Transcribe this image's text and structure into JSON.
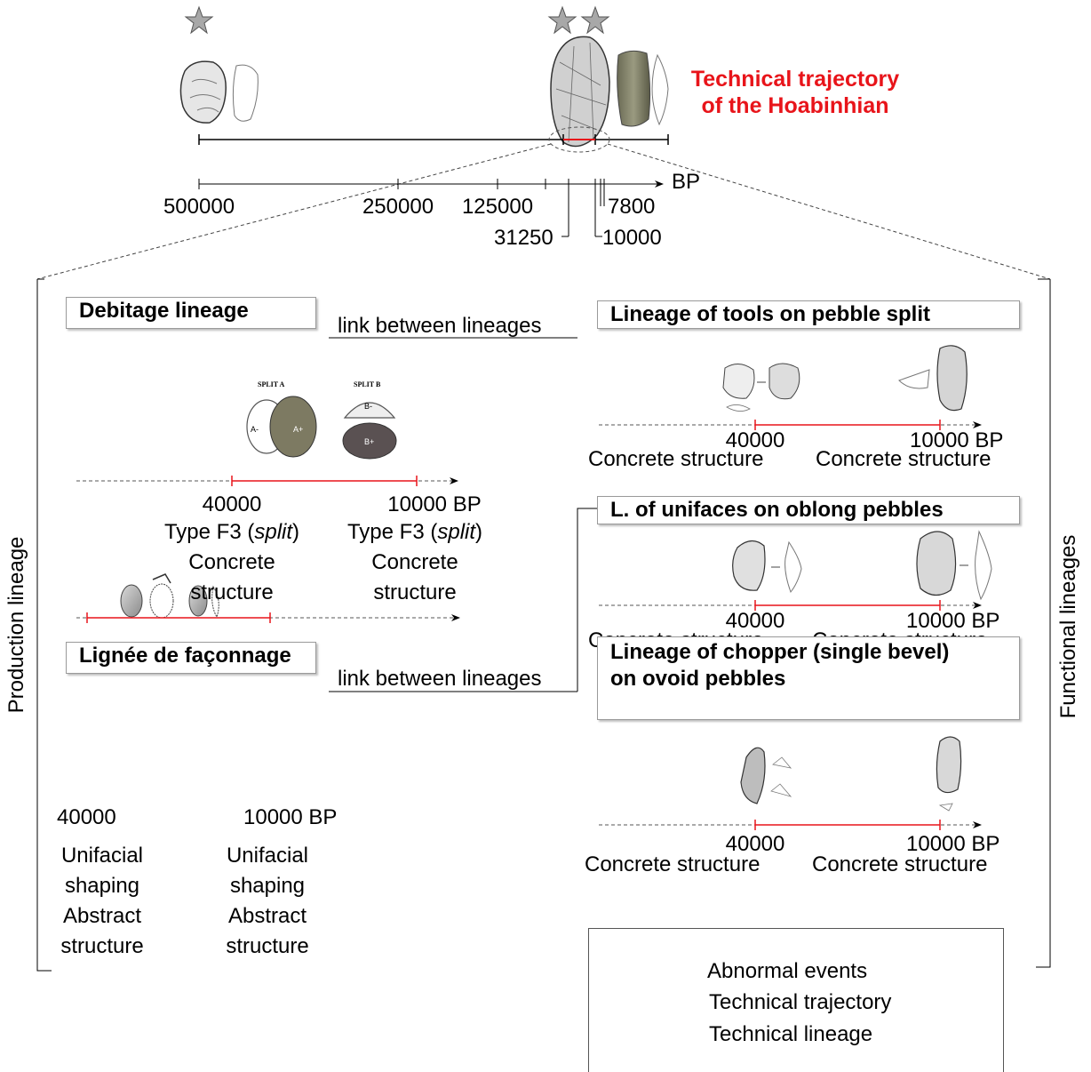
{
  "header": {
    "title_line1": "Technical trajectory",
    "title_line2": "of the Hoabinhian",
    "title_color": "#e8141a"
  },
  "timescale": {
    "unit": "BP",
    "ticks": [
      "500000",
      "250000",
      "125000",
      "31250",
      "7800",
      "10000"
    ]
  },
  "side_labels": {
    "left": "Production lineage",
    "right": "Functional lineages"
  },
  "left_panel": {
    "debitage": {
      "title": "Debitage lineage",
      "link": "link between lineages",
      "split_a": "SPLIT A",
      "split_b": "SPLIT B",
      "start": "40000",
      "end": "10000 BP",
      "start_type_prefix": "Type F3 (",
      "start_type_em": "split",
      "start_type_suffix": ")",
      "end_type_prefix": "Type F3 (",
      "end_type_em": "split",
      "end_type_suffix": ")",
      "start_desc1": "Concrete",
      "start_desc2": "structure",
      "end_desc1": "Concrete",
      "end_desc2": "structure"
    },
    "faconnage": {
      "title": "Lignée de façonnage",
      "link": "link between lineages",
      "start": "40000",
      "end": "10000 BP",
      "start_desc": [
        "Unifacial",
        "shaping",
        "Abstract",
        "structure"
      ],
      "end_desc": [
        "Unifacial",
        "shaping",
        "Abstract",
        "structure"
      ]
    }
  },
  "right_panel": {
    "pebble_split": {
      "title": "Lineage of tools on pebble split",
      "start": "40000",
      "end": "10000 BP",
      "start_desc": "Concrete structure",
      "end_desc": "Concrete structure"
    },
    "unifaces": {
      "title": "L. of unifaces on oblong pebbles",
      "start": "40000",
      "end": "10000 BP",
      "start_desc": "Concrete structure",
      "end_desc": "Concrete structure"
    },
    "chopper": {
      "title_line1": "Lineage of chopper (single bevel)",
      "title_line2": "on ovoid pebbles",
      "start": "40000",
      "end": "10000 BP",
      "start_desc": "Concrete structure",
      "end_desc": "Concrete structure"
    }
  },
  "legend": {
    "star_label": "Abnormal events",
    "trajectory_label": "Technical trajectory",
    "lineage_label": "Technical lineage",
    "trajectory_color": "#e8141a"
  }
}
